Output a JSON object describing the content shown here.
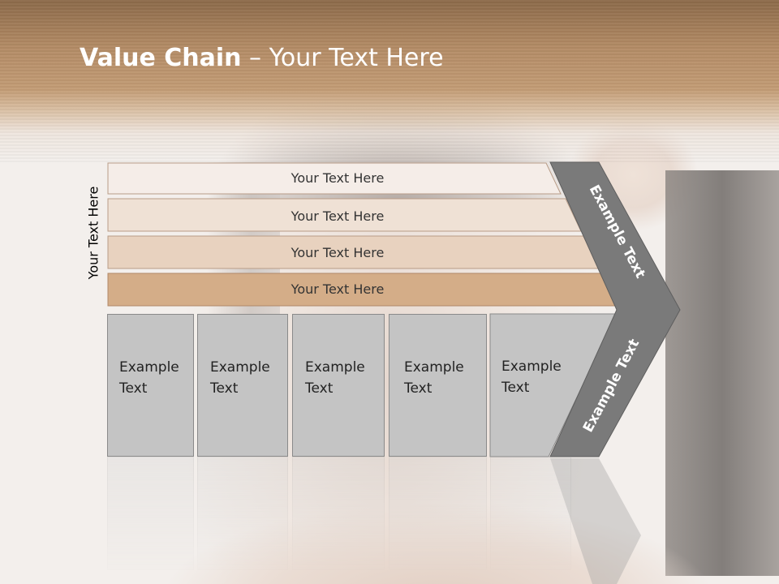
{
  "title": {
    "bold": "Value Chain",
    "rest": " – Your Text Here"
  },
  "side_label": "Your Text Here",
  "bars": [
    {
      "label": "Your Text Here",
      "color": "#f5ede8"
    },
    {
      "label": "Your Text Here",
      "color": "#efe1d5"
    },
    {
      "label": "Your Text Here",
      "color": "#e8d2bf"
    },
    {
      "label": "Your Text Here",
      "color": "#d4ad88"
    }
  ],
  "boxes": [
    {
      "line1": "Example",
      "line2": "Text"
    },
    {
      "line1": "Example",
      "line2": "Text"
    },
    {
      "line1": "Example",
      "line2": "Text"
    },
    {
      "line1": "Example",
      "line2": "Text"
    },
    {
      "line1": "Example",
      "line2": "Text"
    }
  ],
  "chevron": {
    "upper_label": "Example Text",
    "lower_label": "Example Text",
    "color": "#7a7a7a"
  }
}
